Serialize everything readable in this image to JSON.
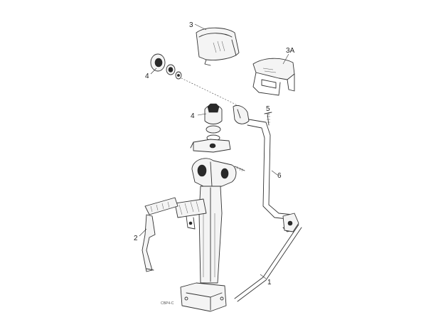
{
  "diagram": {
    "callouts": {
      "label_3": "3",
      "label_3a": "3A",
      "label_4_upper": "4",
      "label_4_center": "4",
      "label_5": "5",
      "label_6": "6",
      "label_2": "2",
      "label_1": "1"
    },
    "ref_code": "CBP4-C"
  }
}
